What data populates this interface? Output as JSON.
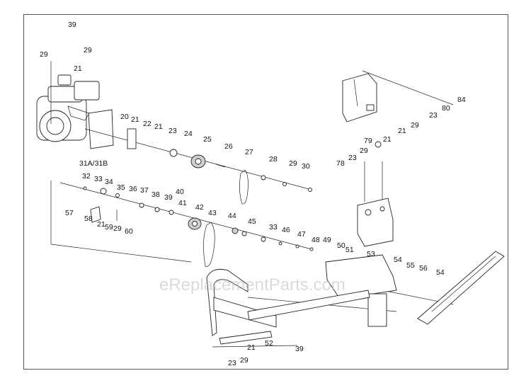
{
  "watermark": "eReplacementParts.com",
  "callouts": [
    "39",
    "29",
    "29",
    "21",
    "20",
    "21",
    "22",
    "21",
    "23",
    "24",
    "25",
    "26",
    "27",
    "28",
    "29",
    "30",
    "31A/31B",
    "32",
    "33",
    "34",
    "35",
    "36",
    "37",
    "38",
    "39",
    "40",
    "41",
    "42",
    "43",
    "44",
    "45",
    "33",
    "46",
    "47",
    "48",
    "49",
    "50",
    "51",
    "53",
    "54",
    "55",
    "56",
    "54",
    "57",
    "58",
    "21",
    "59",
    "29",
    "60",
    "84",
    "80",
    "23",
    "21",
    "29",
    "79",
    "21",
    "29",
    "23",
    "78",
    "52",
    "21",
    "39",
    "29",
    "23"
  ],
  "colors": {
    "line": "#222222",
    "frame": "#555555",
    "watermark": "#bdbdbd"
  }
}
